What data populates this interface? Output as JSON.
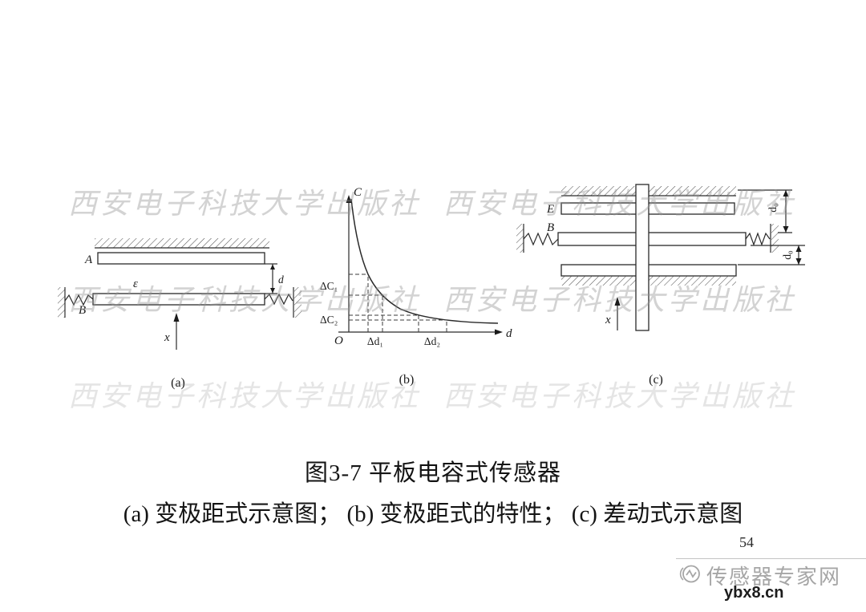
{
  "watermark": {
    "text": "西安电子科技大学出版社"
  },
  "figure": {
    "caption_title": "图3-7  平板电容式传感器",
    "caption_subtitle": "(a) 变极距式示意图；  (b) 变极距式的特性；  (c) 差动式示意图",
    "panel_a": {
      "tag": "(a)",
      "upper_plate": "A",
      "dielectric": "ε",
      "lower_plate": "B",
      "gap_dim": "d",
      "displacement": "x"
    },
    "panel_b": {
      "tag": "(b)",
      "y_axis_label": "C",
      "x_axis_label": "d",
      "origin": "O",
      "delta_c1": "ΔC₁",
      "delta_c2": "ΔC₂",
      "delta_d1": "Δd₁",
      "delta_d2": "Δd₂"
    },
    "panel_c": {
      "tag": "(c)",
      "top_plate": "E",
      "movable_plate": "B",
      "gap_top": "d₀",
      "gap_bottom": "d₀",
      "displacement": "x"
    }
  },
  "chart_data": {
    "type": "line",
    "title": "",
    "xlabel": "d",
    "ylabel": "C",
    "axes_unlabeled": true,
    "x": [
      0.02,
      0.05,
      0.09,
      0.13,
      0.22,
      0.34,
      0.46,
      0.64,
      0.84,
      0.98
    ],
    "y": [
      0.97,
      0.68,
      0.49,
      0.42,
      0.27,
      0.17,
      0.12,
      0.09,
      0.07,
      0.06
    ],
    "annotations": [
      "ΔC₁",
      "ΔC₂",
      "Δd₁",
      "Δd₂",
      "O"
    ],
    "guides": {
      "delta_d1_x": [
        0.13,
        0.22
      ],
      "delta_d2_x": [
        0.46,
        0.64
      ]
    },
    "grid": false,
    "legend": false
  },
  "page": {
    "number": "54"
  },
  "footer": {
    "site_name": "传感器专家网",
    "site_url": "ybx8.cn"
  }
}
